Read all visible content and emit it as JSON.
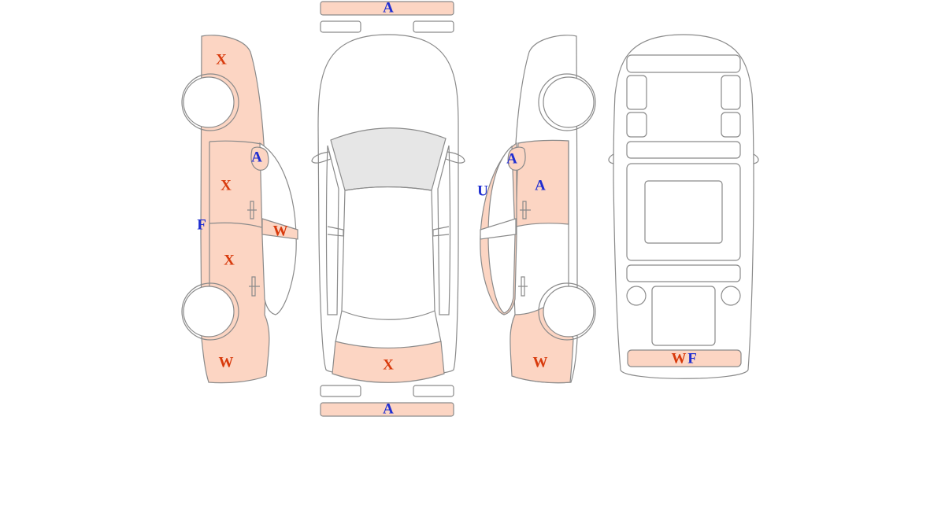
{
  "colors": {
    "damaged": "#fcd5c3",
    "glass": "#e6e6e6",
    "outline": "#8a8a8a",
    "code_red": "#d83a0c",
    "code_blue": "#1f2ed1"
  },
  "codes": {
    "front_bumper": "A",
    "rear_bumper": "A",
    "rear_hood": "X",
    "left_front_fender": "X",
    "left_front_door": "X",
    "left_rear_door": "X",
    "left_mirror": "A",
    "left_pillar": "F",
    "left_rear_window": "W",
    "left_rear_quarter": "W",
    "right_mirror": "A",
    "right_front_door": "A",
    "right_front_pillar": "U",
    "right_rear_quarter": "W",
    "rear_panel_w": "W",
    "rear_panel_f": "F"
  }
}
